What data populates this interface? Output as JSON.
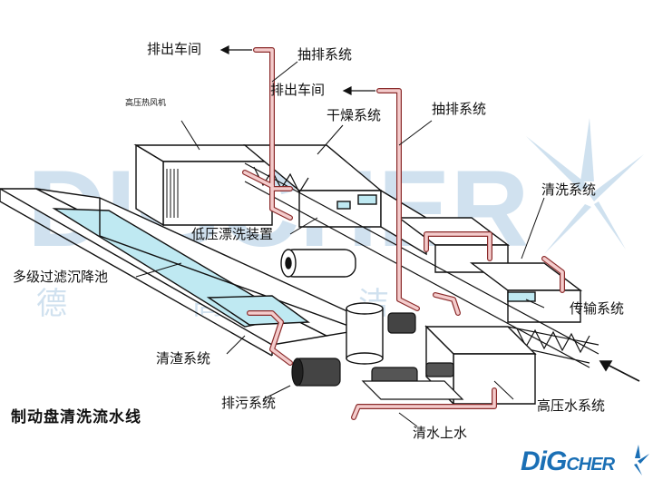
{
  "diagram": {
    "title": "制动盘清洗流水线",
    "labels": {
      "exhaust_out_1": "排出车间",
      "extraction_1": "抽排系统",
      "exhaust_out_2": "排出车间",
      "extraction_2": "抽排系统",
      "hot_air_blower": "高压热风机",
      "drying": "干燥系统",
      "washing": "清洗系统",
      "low_pressure_rinse": "低压漂洗装置",
      "filter_tank": "多级过滤沉降池",
      "conveyor": "传输系统",
      "slag_cleaning": "清渣系统",
      "sewage": "排污系统",
      "high_pressure_water": "高压水系统",
      "clean_water_supply": "清水上水"
    },
    "watermark": {
      "big_text": "DIGCHER",
      "chars": [
        "德",
        "高",
        "洁"
      ]
    },
    "logo": {
      "main": "DiG",
      "suffix": "CHER"
    },
    "colors": {
      "line": "#111111",
      "pipe_fill": "#f4cccc",
      "pipe_stroke": "#8a2a2a",
      "water": "#bfe9f2",
      "watermark": "#78aad2",
      "logo": "#1a6fb5"
    }
  }
}
